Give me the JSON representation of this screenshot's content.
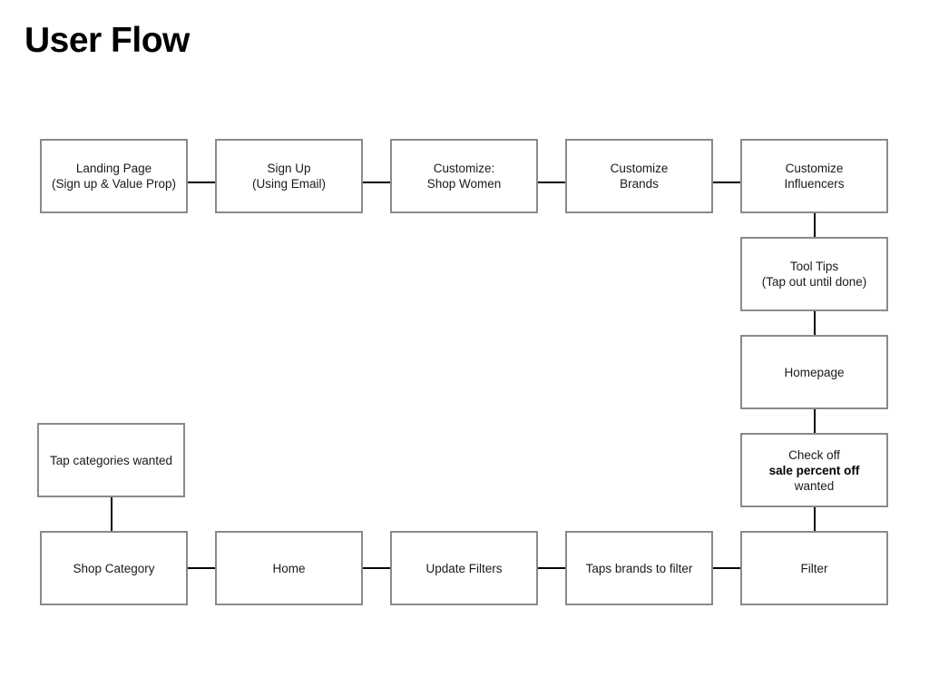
{
  "title": "User Flow",
  "nodes": {
    "landing": {
      "lines": [
        "Landing Page",
        "(Sign up & Value Prop)"
      ]
    },
    "signup": {
      "lines": [
        "Sign Up",
        "(Using Email)"
      ]
    },
    "shop_women": {
      "lines": [
        "Customize:",
        "Shop Women"
      ]
    },
    "brands": {
      "lines": [
        "Customize",
        "Brands"
      ]
    },
    "influencers": {
      "lines": [
        "Customize",
        "Influencers"
      ]
    },
    "tooltips": {
      "lines": [
        "Tool Tips",
        "(Tap out until done)"
      ]
    },
    "homepage": {
      "lines": [
        "Homepage"
      ]
    },
    "checkoff": {
      "lines": [
        "Check off",
        "sale percent off",
        "wanted"
      ]
    },
    "filter": {
      "lines": [
        "Filter"
      ]
    },
    "taps_brands": {
      "lines": [
        "Taps brands to filter"
      ]
    },
    "update_filters": {
      "lines": [
        "Update Filters"
      ]
    },
    "home": {
      "lines": [
        "Home"
      ]
    },
    "shop_category": {
      "lines": [
        "Shop Category"
      ]
    },
    "tap_categories": {
      "lines": [
        "Tap categories wanted"
      ]
    }
  },
  "colors": {
    "box_border": "#8a8a8a",
    "connector": "#000000",
    "text": "#1a1a1a"
  }
}
